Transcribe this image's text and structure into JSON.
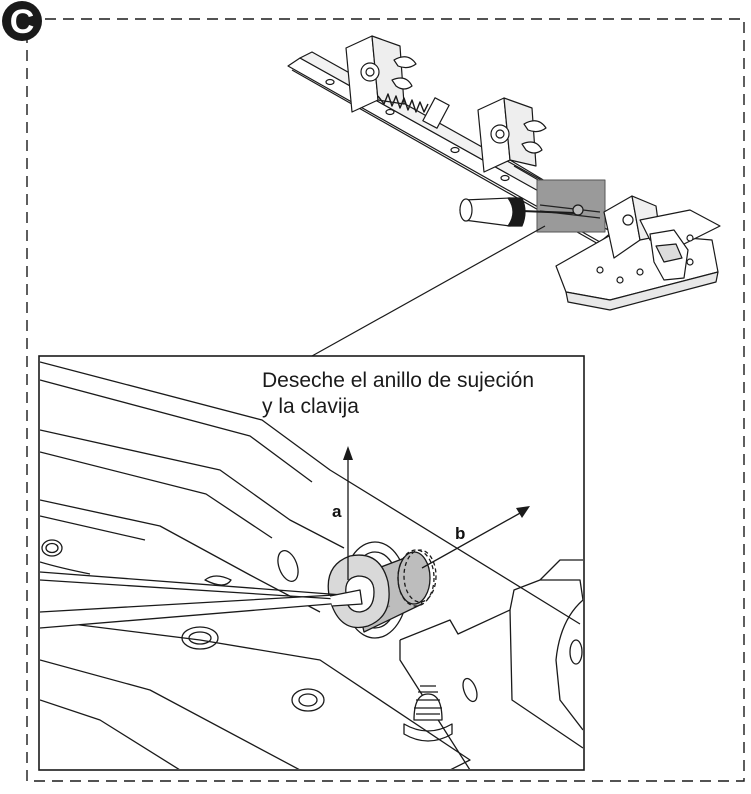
{
  "step": {
    "letter": "C"
  },
  "caption": {
    "line1": "Deseche el anillo de sujeción",
    "line2": "y la clavija"
  },
  "arrows": {
    "a": "a",
    "b": "b"
  },
  "colors": {
    "ink": "#1a1a1a",
    "highlight": "#9a9a9a",
    "paper": "#ffffff"
  },
  "icons": {
    "tool": "screwdriver-icon"
  }
}
